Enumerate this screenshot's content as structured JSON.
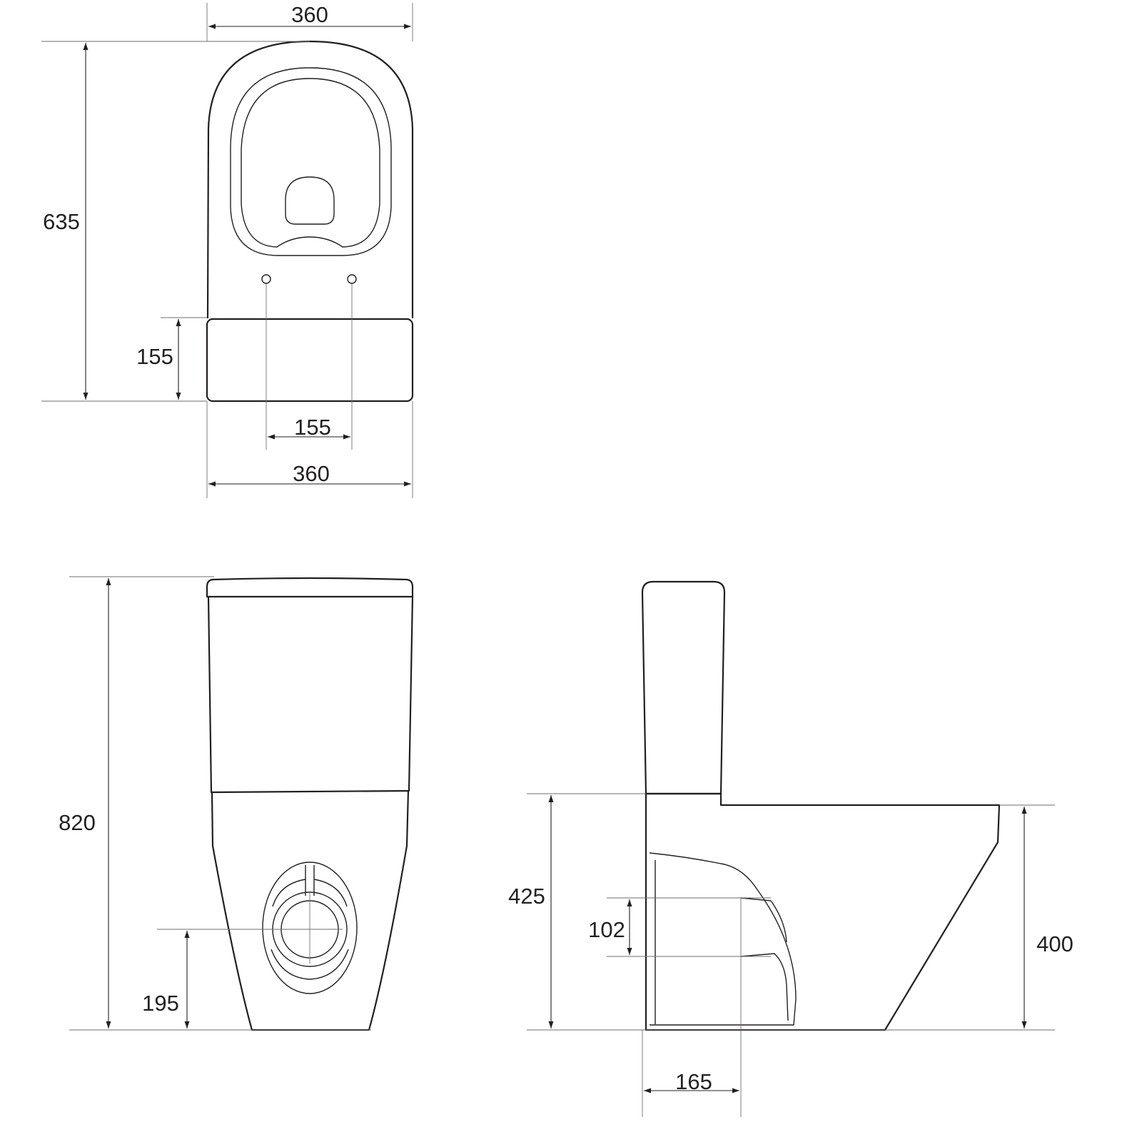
{
  "title": "Toilet technical drawing",
  "top_view": {
    "width_top": "360",
    "depth": "635",
    "tank_depth": "155",
    "bolt_spacing": "155",
    "width_bottom": "360"
  },
  "front_view": {
    "height": "820",
    "outlet_height": "195"
  },
  "side_view": {
    "seat_height_tank": "425",
    "outlet_diameter": "102",
    "rim_height": "400",
    "outlet_offset": "165"
  },
  "colors": {
    "line": "#231f20",
    "extension": "#6d6e71"
  }
}
